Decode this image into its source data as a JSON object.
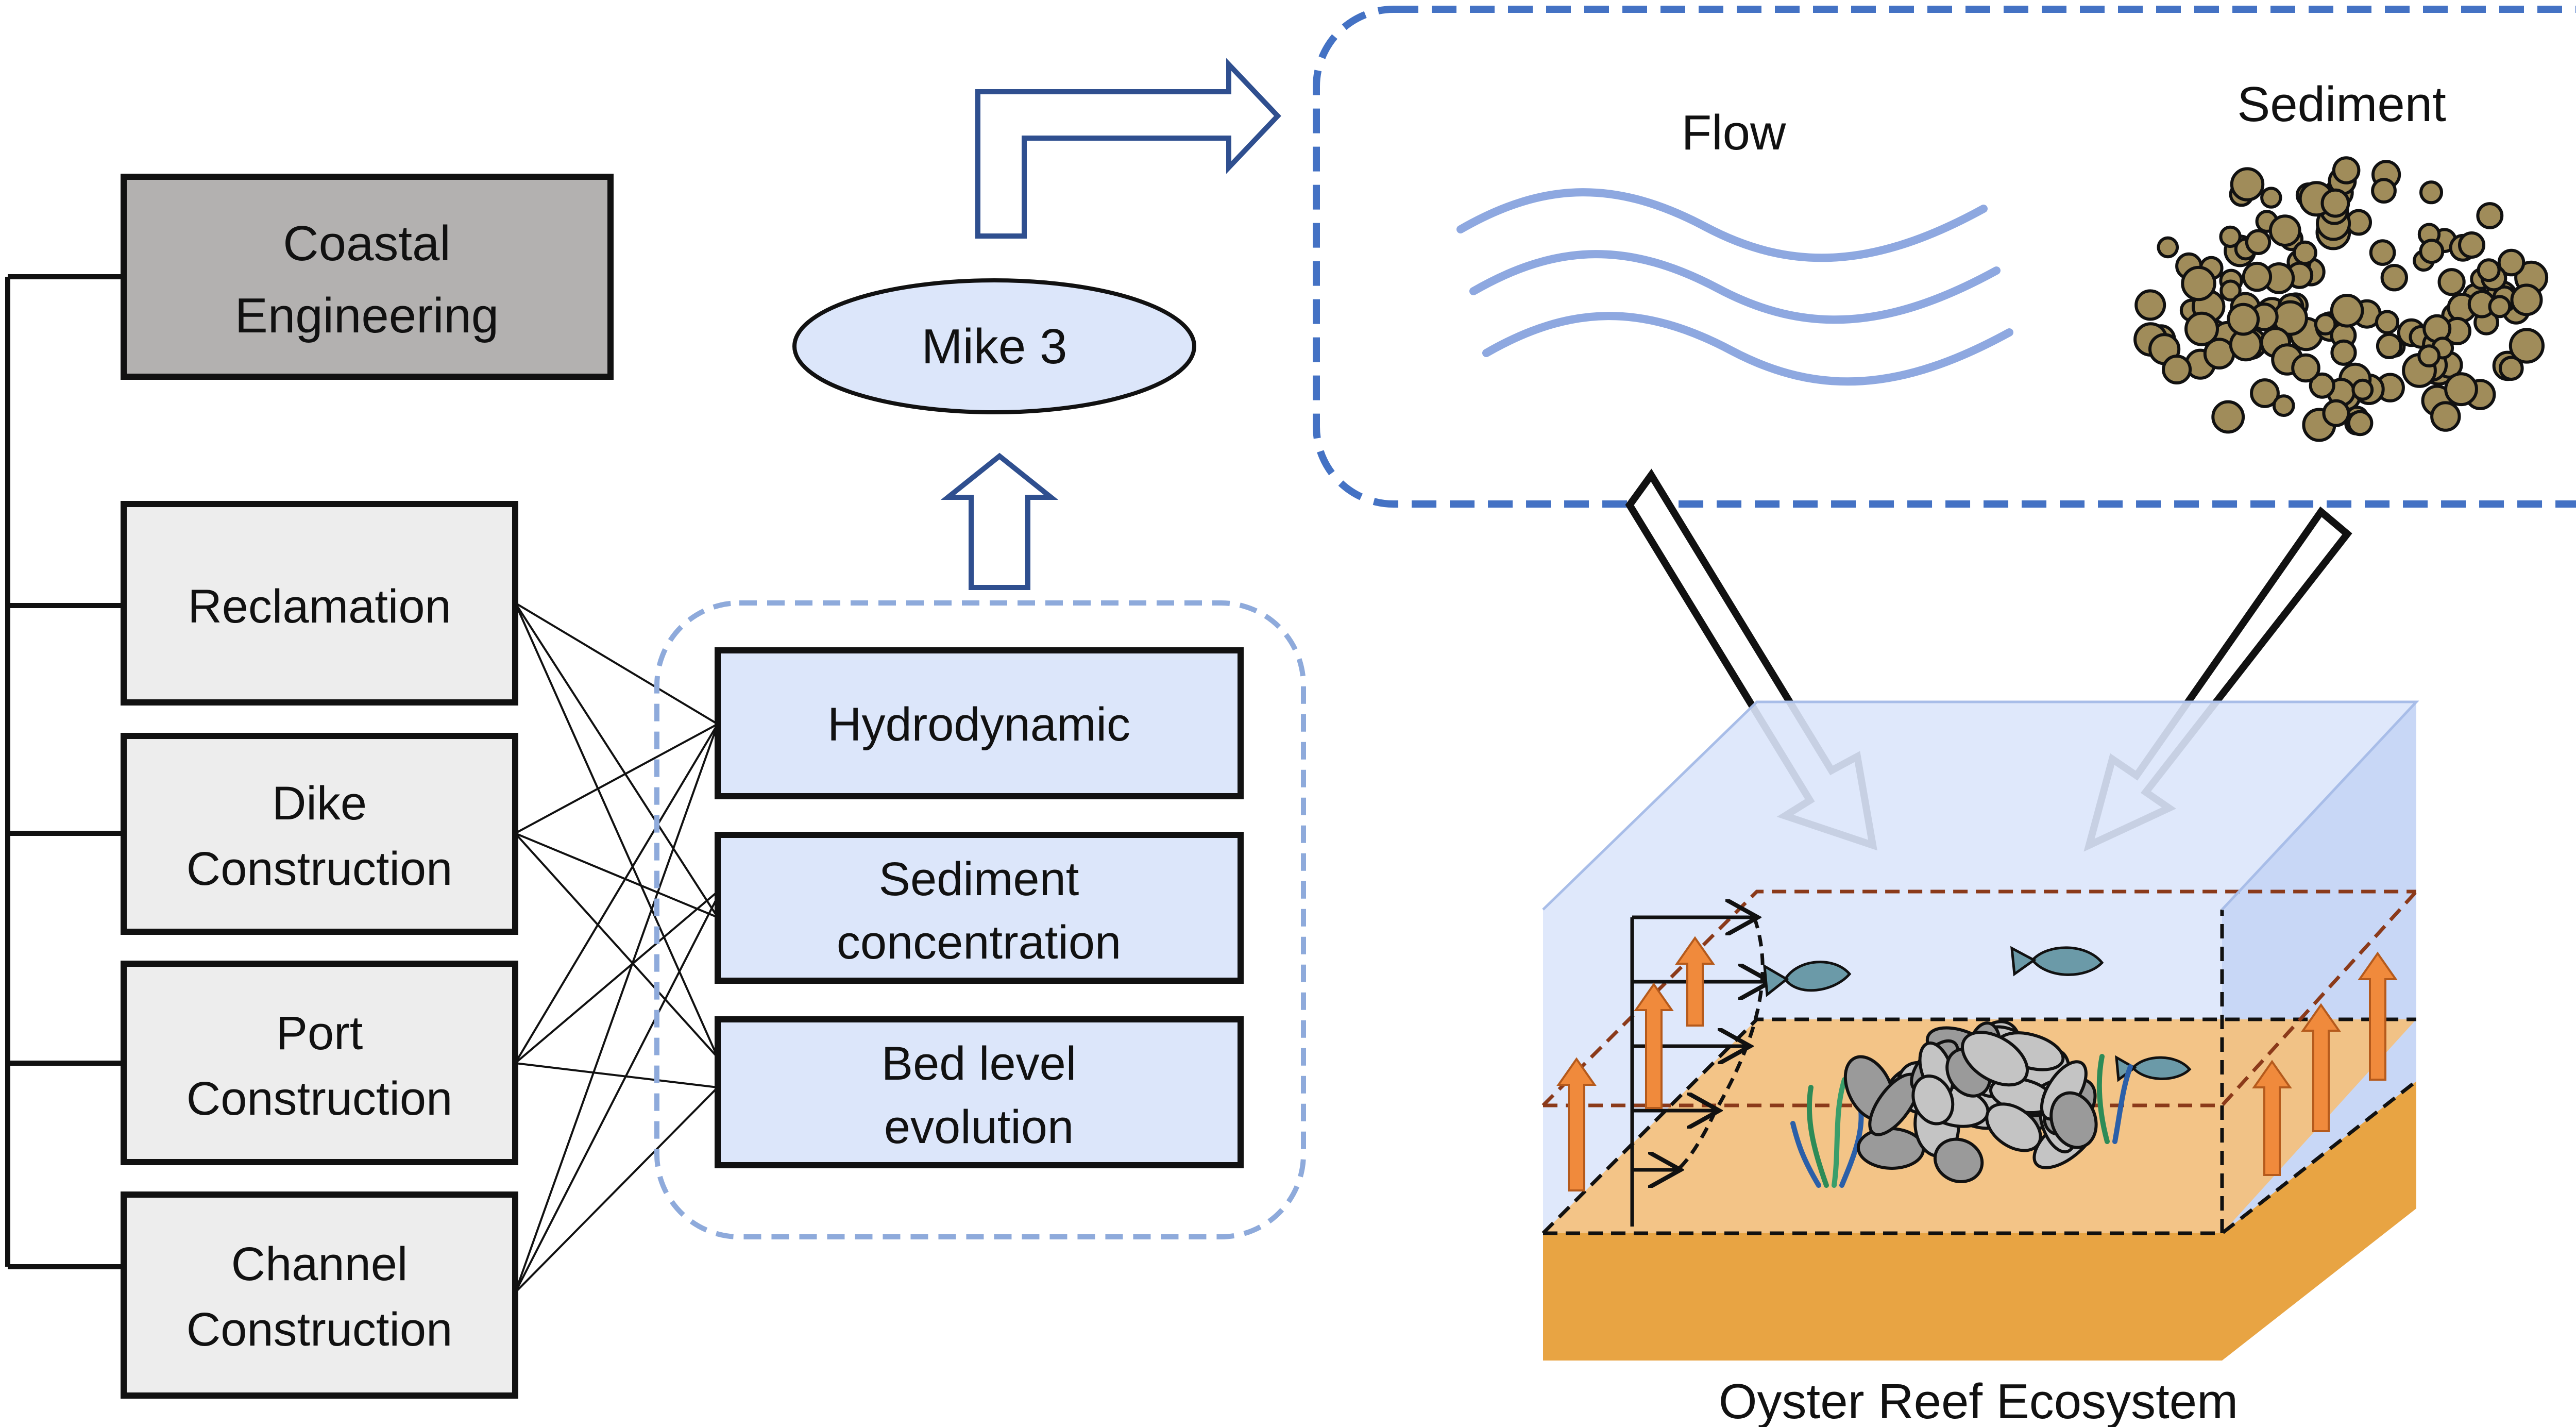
{
  "engineering": {
    "title_line1": "Coastal",
    "title_line2": "Engineering",
    "projects": [
      {
        "line1": "Reclamation",
        "line2": ""
      },
      {
        "line1": "Dike",
        "line2": "Construction"
      },
      {
        "line1": "Port",
        "line2": "Construction"
      },
      {
        "line1": "Channel",
        "line2": "Construction"
      }
    ]
  },
  "processes": [
    {
      "line1": "Hydrodynamic",
      "line2": ""
    },
    {
      "line1": "Sediment",
      "line2": "concentration"
    },
    {
      "line1": "Bed level",
      "line2": "evolution"
    }
  ],
  "model": {
    "label": "Mike 3"
  },
  "outputs": {
    "flow_label": "Flow",
    "sediment_label": "Sediment"
  },
  "ecosystem": {
    "label": "Oyster Reef Ecosystem"
  },
  "colors": {
    "title_box": "#b3b1b0",
    "project_box": "#ededed",
    "process_box": "#dce6fa",
    "dashed_light": "#8eaadb",
    "dashed_dark": "#4472c4",
    "arrow_blue": "#2f4f8f",
    "flow_line": "#8ea8e0",
    "sediment": "#a08c5a",
    "water": "#dbe6fb",
    "sand": "#f5c07a",
    "sand_front": "#e8a443",
    "orange_arrow": "#f08a3c"
  }
}
